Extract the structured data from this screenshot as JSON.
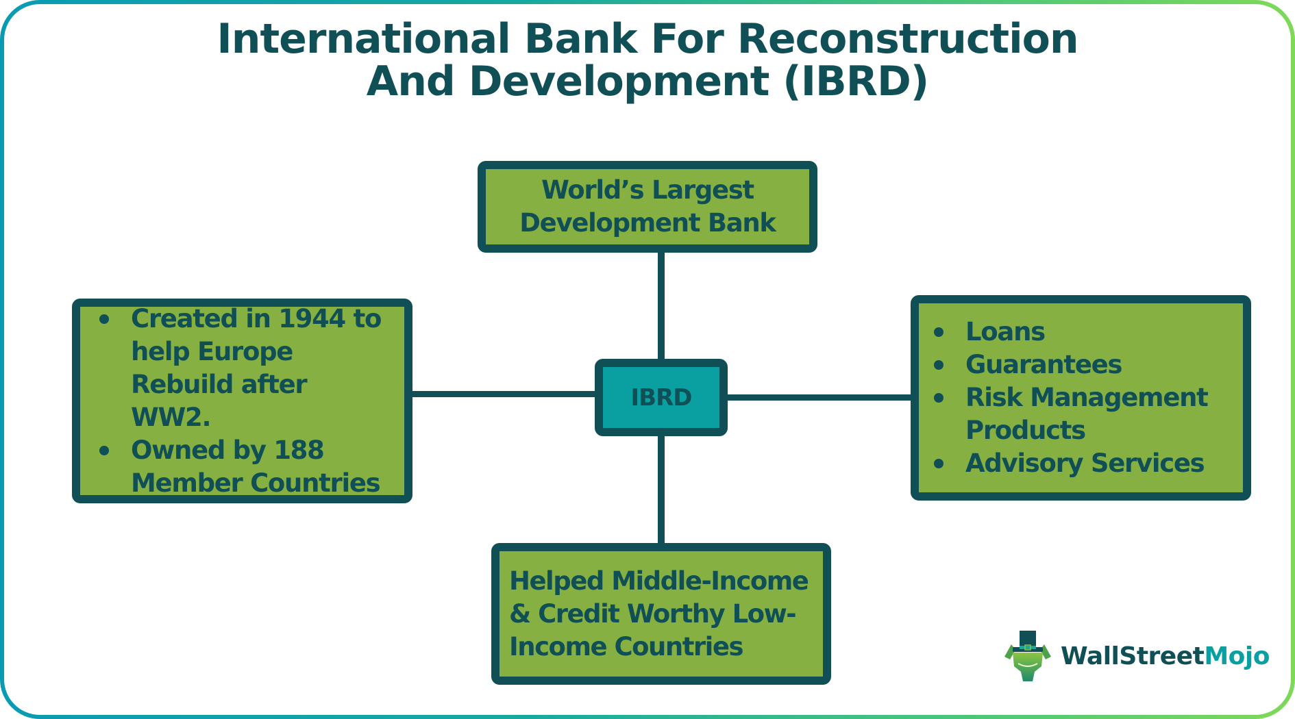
{
  "title": {
    "line1": "International Bank For Reconstruction",
    "line2": "And Development (IBRD)"
  },
  "center_node": {
    "label": "IBRD"
  },
  "top_node": {
    "line1": "World’s Largest",
    "line2": "Development Bank"
  },
  "left_node": {
    "bullets": [
      "Created in 1944 to help Europe Rebuild after WW2.",
      "Owned by 188 Member Countries"
    ]
  },
  "right_node": {
    "bullets": [
      "Loans",
      "Guarantees",
      "Risk Management Products",
      "Advisory Services"
    ]
  },
  "bottom_node": {
    "text": "Helped Middle-Income & Credit Worthy Low-Income Countries"
  },
  "logo": {
    "part1": "WallStreet",
    "part2": "Mojo",
    "icon": "bull-with-top-hat-icon"
  },
  "colors": {
    "dark_teal": "#0f4f55",
    "box_green": "#86b142",
    "center_teal": "#0a9fa0",
    "frame_gradient_start": "#0a9bb4",
    "frame_gradient_end": "#7ed957"
  }
}
